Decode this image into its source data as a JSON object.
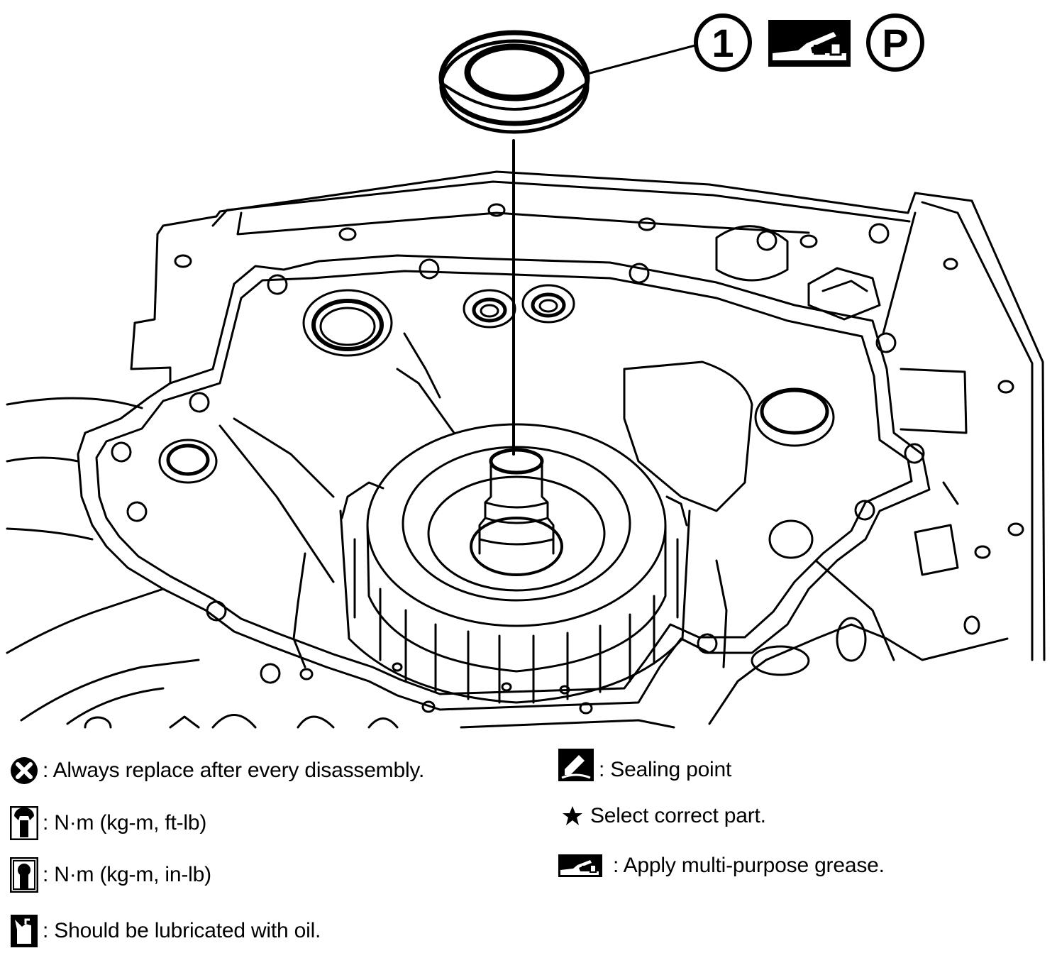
{
  "callout": {
    "number": "1",
    "parking_mark": "P",
    "symbols": [
      "grease-gun-icon",
      "parking-p-icon"
    ]
  },
  "legend": {
    "left": [
      {
        "icon": "replace-x-icon",
        "text": ": Always replace after every disassembly."
      },
      {
        "icon": "torque-wrench-icon",
        "text": ": N·m (kg-m, ft-lb)"
      },
      {
        "icon": "torque-wrench-small-icon",
        "text": ": N·m (kg-m, in-lb)"
      },
      {
        "icon": "oil-can-icon",
        "text": ": Should be lubricated with oil."
      }
    ],
    "right": [
      {
        "icon": "sealant-icon",
        "text": ": Sealing point"
      },
      {
        "icon": "star-icon",
        "text": "Select correct part."
      },
      {
        "icon": "grease-gun-icon",
        "text": ": Apply multi-purpose grease."
      }
    ]
  },
  "colors": {
    "ink": "#000000",
    "paper": "#ffffff"
  }
}
